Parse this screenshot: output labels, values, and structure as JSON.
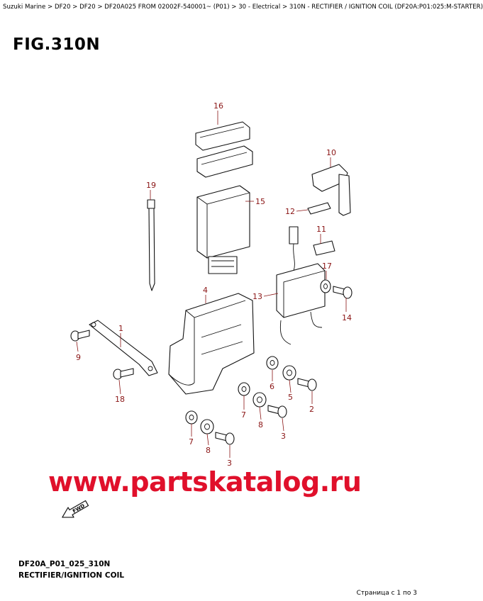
{
  "breadcrumb": "Suzuki Marine > DF20 > DF20 > DF20A025 FROM 02002F-540001~ (P01) > 30 - Electrical > 310N - RECTIFIER / IGNITION COIL (DF20A:P01:025:M-STARTER)",
  "figure": {
    "title": "FIG.310N",
    "code": "DF20A_P01_025_310N",
    "caption": "RECTIFIER/IGNITION COIL"
  },
  "watermark": "www.partskatalog.ru",
  "fwd_label": "FWD",
  "pager": "Страница с 1 по 3",
  "callouts": {
    "c16": "16",
    "c19": "19",
    "c15": "15",
    "c10": "10",
    "c12": "12",
    "c11": "11",
    "c4": "4",
    "c13": "13",
    "c17": "17",
    "c14": "14",
    "c1": "1",
    "c9": "9",
    "c18": "18",
    "c6": "6",
    "c5": "5",
    "c2": "2",
    "c7a": "7",
    "c8a": "8",
    "c3a": "3",
    "c7b": "7",
    "c8b": "8",
    "c3b": "3"
  },
  "colors": {
    "callout": "#8a1414",
    "watermark": "#e0102b"
  }
}
